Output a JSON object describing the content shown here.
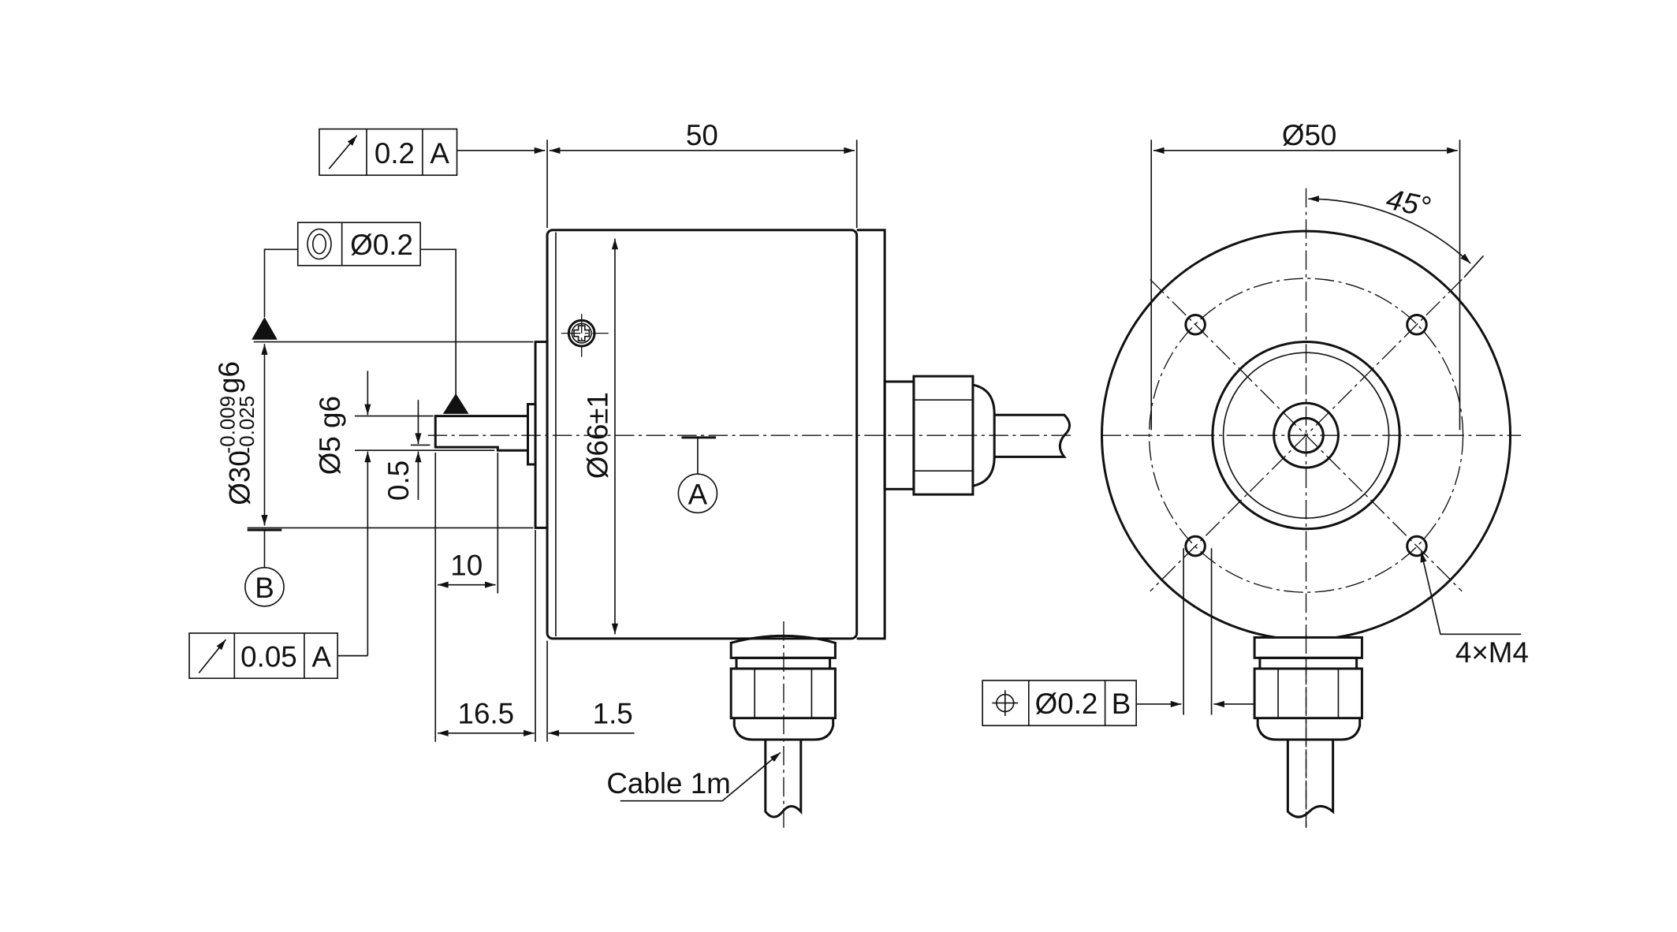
{
  "drawing": {
    "side_view": {
      "length_dim": "50",
      "body_diameter": "Ø66±1",
      "datum_a": "A",
      "datum_b": "B",
      "flange_diameter": "Ø30",
      "flange_tol_upper": "-0.009",
      "flange_tol_lower": "-0.025",
      "flange_fit": "g6",
      "shaft_diameter": "Ø5 g6",
      "flat_depth": "0.5",
      "flat_length": "10",
      "shaft_length": "16.5",
      "flange_thickness": "1.5",
      "cable_label": "Cable 1m"
    },
    "front_view": {
      "bolt_circle": "Ø50",
      "angle": "45°",
      "threads": "4×M4"
    },
    "fcf": [
      {
        "symbol": "runout-icon",
        "tolerance": "0.2",
        "datum": "A"
      },
      {
        "symbol": "concentricity-icon",
        "tolerance": "Ø0.2",
        "datum": ""
      },
      {
        "symbol": "runout-icon",
        "tolerance": "0.05",
        "datum": "A"
      },
      {
        "symbol": "position-icon",
        "tolerance": "Ø0.2",
        "datum": "B"
      }
    ]
  }
}
